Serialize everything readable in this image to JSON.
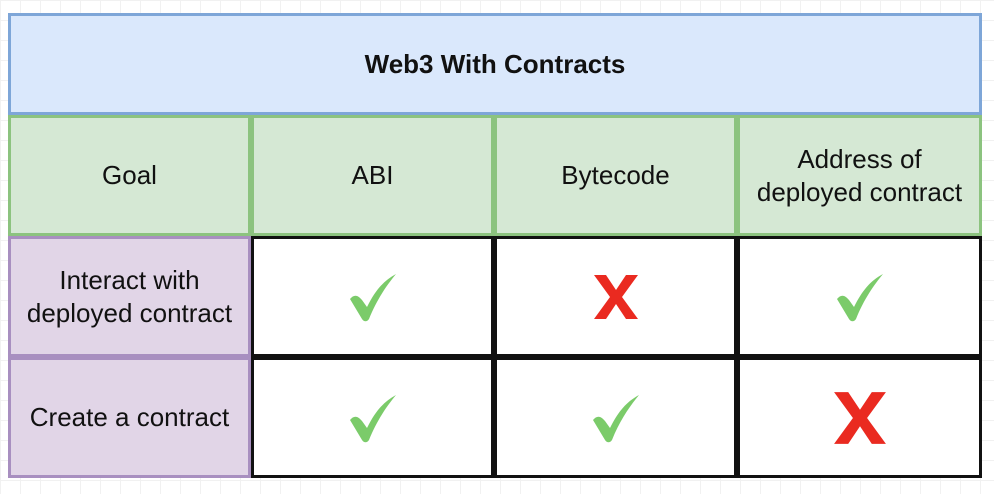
{
  "table": {
    "title": "Web3 With Contracts",
    "headers": [
      "Goal",
      "ABI",
      "Bytecode",
      "Address of\ndeployed contract"
    ],
    "rows": [
      {
        "goal": "Interact with\ndeployed contract",
        "abi": "yes",
        "bytecode": "no",
        "address": "yes"
      },
      {
        "goal": "Create a contract",
        "abi": "yes",
        "bytecode": "yes",
        "address": "no"
      }
    ]
  },
  "icons": {
    "yes": "check-icon",
    "no": "x-icon"
  },
  "colors": {
    "title_fill": "#dae8fc",
    "title_border": "#7ea6d8",
    "header_fill": "#d5e8d4",
    "header_border": "#8cc37f",
    "goal_fill": "#e1d5e7",
    "goal_border": "#a88fc0",
    "check": "#7bcb6a",
    "cross": "#ea2a20"
  }
}
